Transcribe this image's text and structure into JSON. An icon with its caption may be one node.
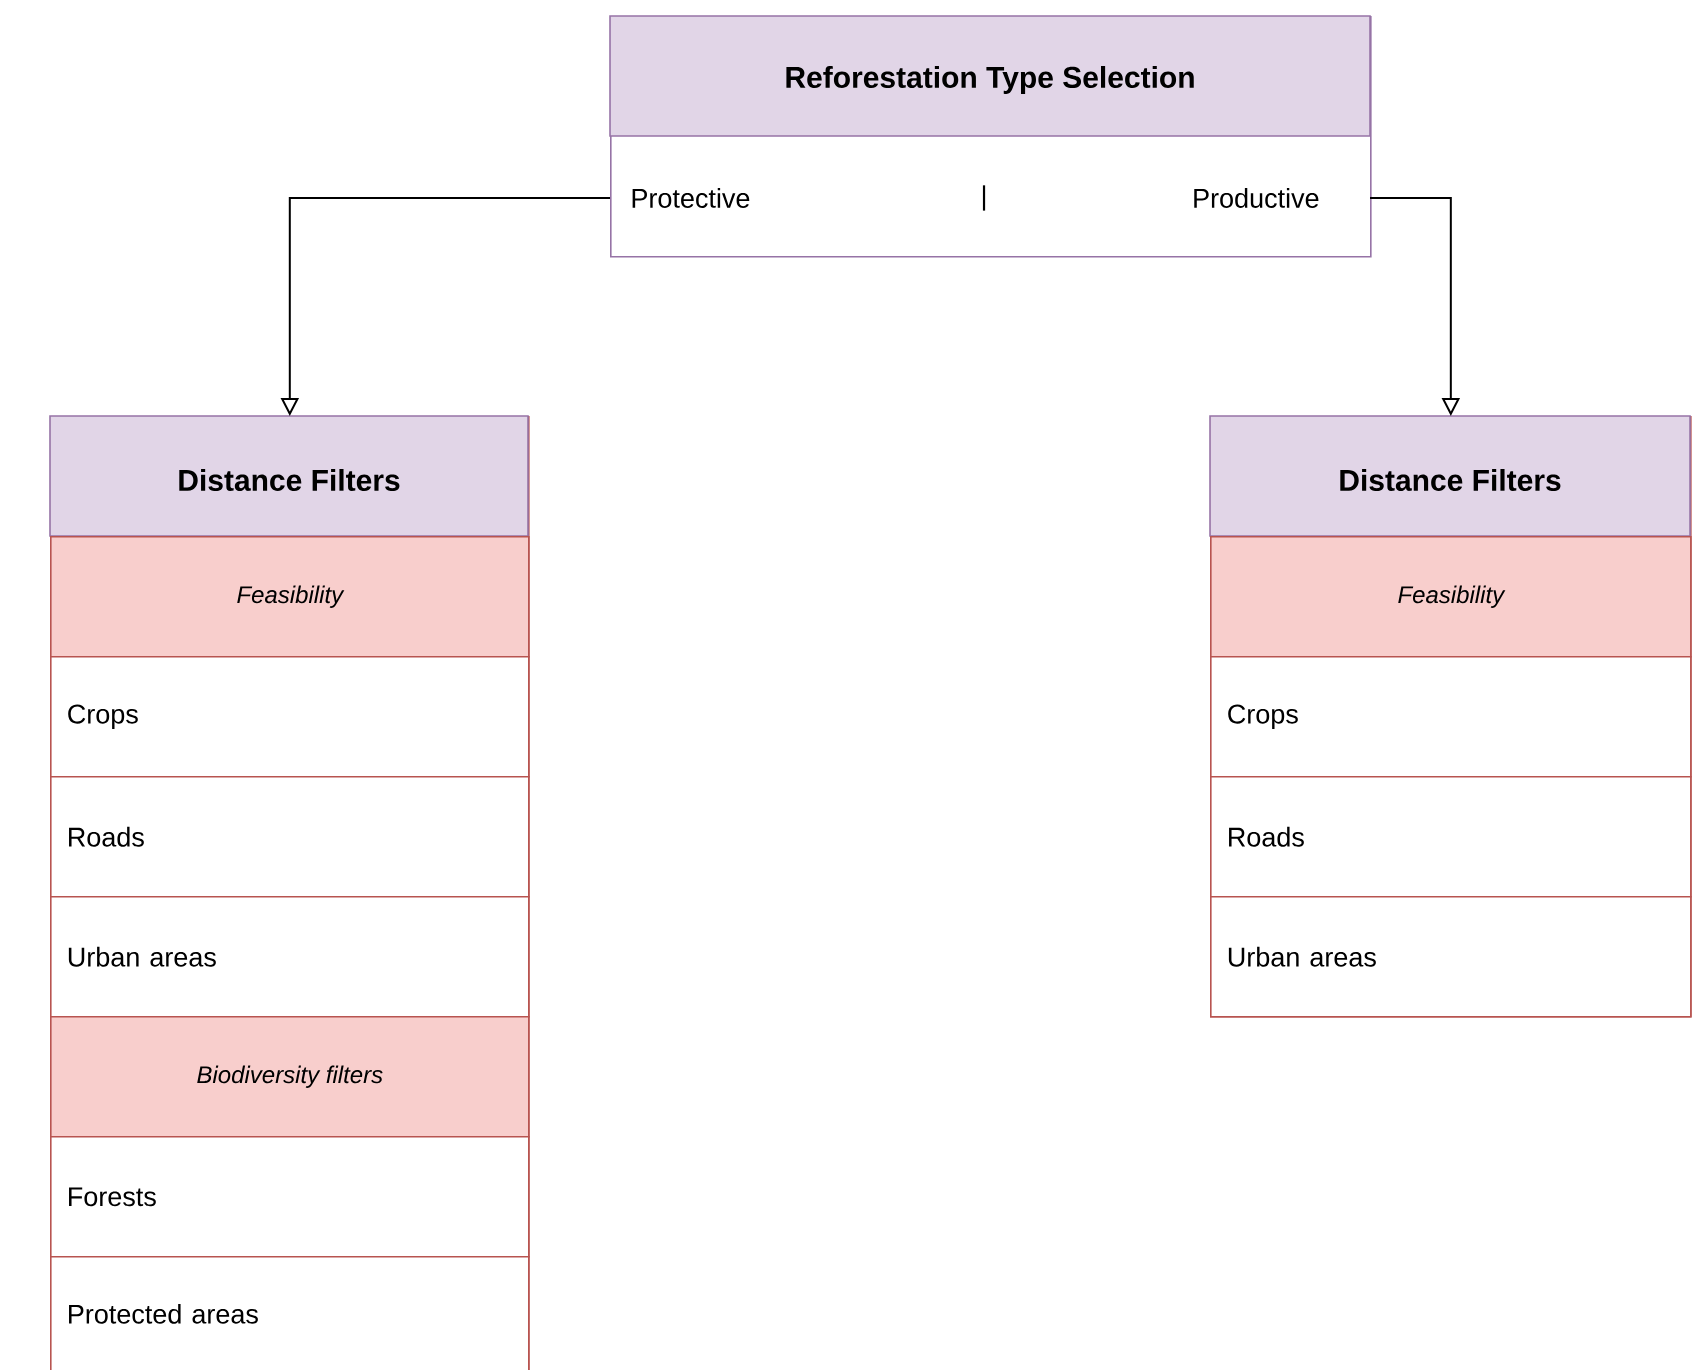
{
  "diagram": {
    "nodes": [
      {
        "text": [
          "Reforestation Type Selection"
        ]
      },
      {
        "text": [
          "Protective"
        ],
        "in": 0
      },
      {
        "text": [
          "Productive"
        ],
        "in": 0
      },
      {
        "text": [
          "Distance Filters"
        ]
      },
      {
        "text": [
          "Feasibility"
        ],
        "in": 3
      },
      {
        "text": [
          "Crops"
        ],
        "in": 3
      },
      {
        "text": [
          "Roads"
        ],
        "in": 3
      },
      {
        "text": [
          "Urban areas"
        ],
        "in": 3
      },
      {
        "text": [
          "Biodiversity filters"
        ],
        "in": 3
      },
      {
        "text": [
          "Forests"
        ],
        "in": 3
      },
      {
        "text": [
          "Protected areas"
        ],
        "in": 3
      },
      {
        "text": [
          "Distance Filters"
        ]
      },
      {
        "text": [
          "Feasibility"
        ],
        "in": 11
      },
      {
        "text": [
          "Crops"
        ],
        "in": 11
      },
      {
        "text": [
          "Roads"
        ],
        "in": 11
      },
      {
        "text": [
          "Urban areas"
        ],
        "in": 11
      }
    ],
    "edges": [
      {
        "from": 1,
        "to": 3,
        "arrow": "to"
      },
      {
        "from": 2,
        "to": 11,
        "arrow": "to"
      }
    ],
    "labels": [
      "|"
    ]
  }
}
